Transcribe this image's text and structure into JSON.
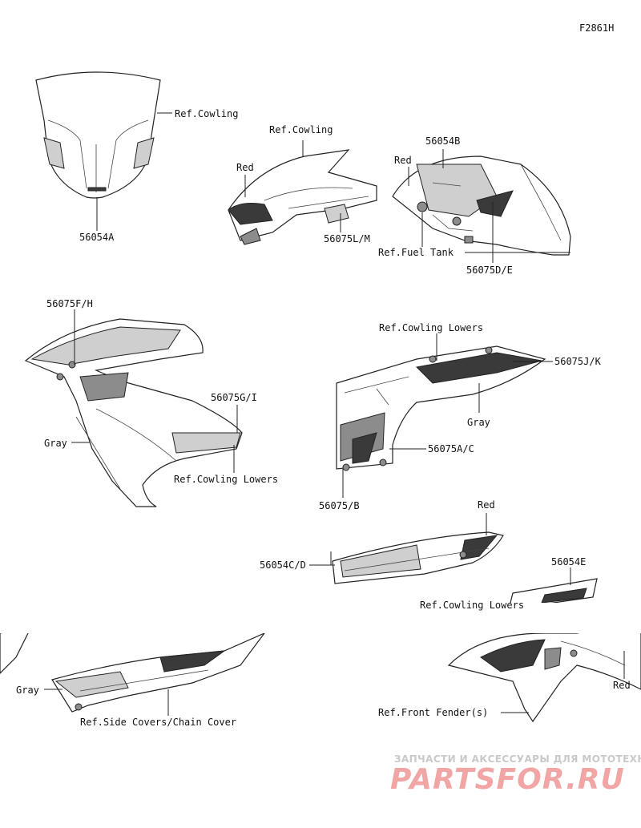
{
  "figure_code": "F2861H",
  "labels": {
    "ref_cowling_top": "Ref.Cowling",
    "part_56054A": "56054A",
    "ref_cowling_mid": "Ref.Cowling",
    "red_cowl": "Red",
    "part_56075LM": "56075L/M",
    "part_56054B": "56054B",
    "red_tank": "Red",
    "ref_fuel_tank": "Ref.Fuel Tank",
    "part_56075DE": "56075D/E",
    "part_56075FH": "56075F/H",
    "part_56075GI": "56075G/I",
    "gray_left": "Gray",
    "ref_cowling_lowers_left": "Ref.Cowling Lowers",
    "ref_cowling_lowers_right_top": "Ref.Cowling Lowers",
    "part_56075JK": "56075J/K",
    "gray_right": "Gray",
    "part_56075AC": "56075A/C",
    "part_56075B": "56075/B",
    "red_lower": "Red",
    "part_56054CD": "56054C/D",
    "part_56054E": "56054E",
    "ref_cowling_lowers_bottom": "Ref.Cowling Lowers",
    "gray_bottom": "Gray",
    "ref_side_covers": "Ref.Side Covers/Chain Cover",
    "ref_front_fender": "Ref.Front Fender(s)",
    "red_fender": "Red"
  },
  "watermark": {
    "line1": "ЗАПЧАСТИ И АКСЕССУАРЫ ДЛЯ МОТОТЕХНИКИ",
    "line2": "PARTSFOR.RU"
  },
  "colors": {
    "line": "#222222",
    "watermark_red": "#f2a5a5",
    "watermark_gray": "#c9c9c9"
  }
}
